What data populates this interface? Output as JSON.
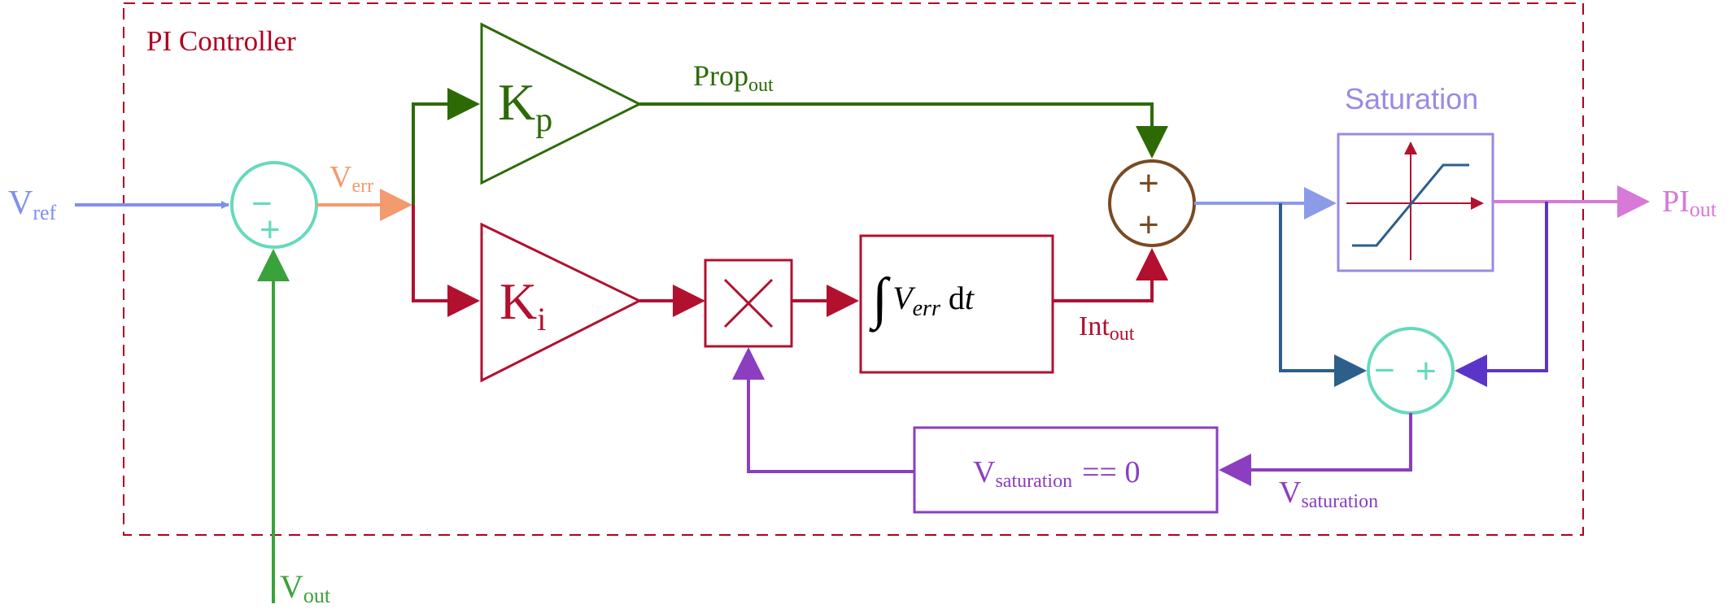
{
  "diagram": {
    "container_title": "PI Controller",
    "inputs": {
      "vref": {
        "main": "V",
        "sub": "ref"
      },
      "vout": {
        "main": "V",
        "sub": "out"
      }
    },
    "signals": {
      "verr": {
        "main": "V",
        "sub": "err"
      },
      "prop": {
        "main": "Prop",
        "sub": "out"
      },
      "int": {
        "main": "Int",
        "sub": "out"
      },
      "vsat": {
        "main": "V",
        "sub": "saturation"
      }
    },
    "gains": {
      "kp": {
        "main": "K",
        "sub": "p"
      },
      "ki": {
        "main": "K",
        "sub": "i"
      }
    },
    "integrator": {
      "symbol": "∫",
      "var": "V",
      "var_sub": "err",
      "dt": "d",
      "t": "t"
    },
    "saturation_label": "Saturation",
    "condition": {
      "main": "V",
      "sub": "saturation",
      "op": "== 0"
    },
    "output": {
      "main": "PI",
      "sub": "out"
    },
    "sum_signs": {
      "err_minus": "−",
      "err_plus": "+",
      "main_plus_top": "+",
      "main_plus_bottom": "+",
      "sat_minus": "−",
      "sat_plus": "+"
    },
    "colors": {
      "frame": "#b00020",
      "vref": "#7f8ff0",
      "verr": "#f39a6e",
      "err_sum": "#66d9bd",
      "vout": "#3aa23a",
      "prop": "#2d6a06",
      "integral": "#b2102f",
      "main_sum": "#7a4a22",
      "saturation": "#9a8ae6",
      "pi_out": "#d878d8",
      "sat_feed": "#2c5f8a",
      "vsat": "#8b3ec0"
    }
  }
}
